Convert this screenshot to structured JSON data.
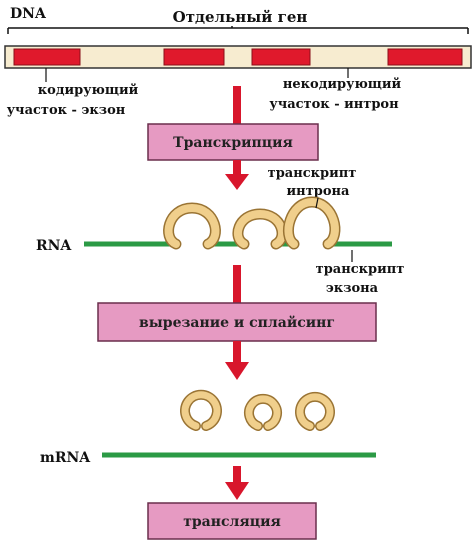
{
  "labels": {
    "dna": "DNA",
    "gene": "Отдельный ген",
    "coding_line1": "кодирующий",
    "coding_line2": "участок - экзон",
    "noncoding_line1": "некодирующий",
    "noncoding_line2": "участок - интрон",
    "intron_transcript_line1": "транскрипт",
    "intron_transcript_line2": "интрона",
    "rna": "RNA",
    "exon_transcript_line1": "транскрипт",
    "exon_transcript_line2": "экзона",
    "mrna": "mRNA"
  },
  "steps": {
    "transcription": "Транскрипция",
    "splicing": "вырезание и сплайсинг",
    "translation": "трансляция"
  },
  "colors": {
    "exon": "#e0192c",
    "intron": "#f7ecd0",
    "box_fill": "#e69ac2",
    "box_stroke": "#6a2e4c",
    "arrow": "#d8162c",
    "rna_strand": "#2b9a45",
    "intron_loop": "#f0cf8c",
    "intron_loop_stroke": "#9a7434"
  }
}
